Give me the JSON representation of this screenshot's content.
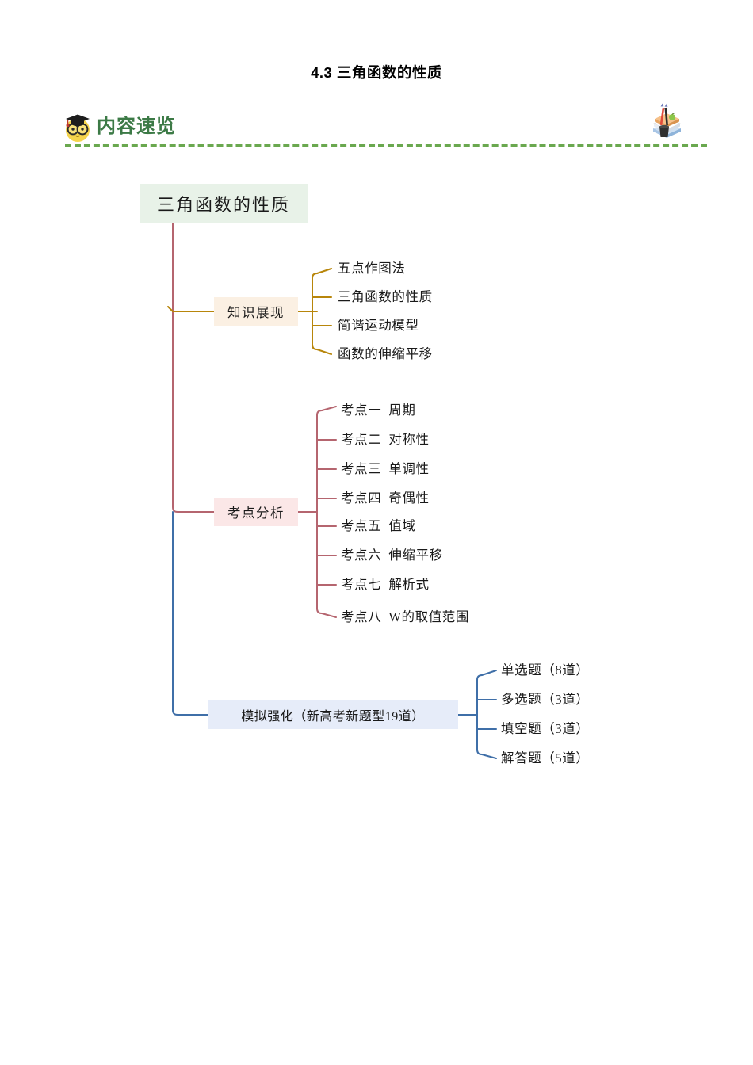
{
  "document": {
    "title": "4.3 三角函数的性质"
  },
  "section_header": {
    "title": "内容速览",
    "owl_icon": "graduation-owl-icon",
    "books_icon": "stack-of-books-icon",
    "rule_color": "#6aa84f",
    "title_color": "#3c7a46"
  },
  "mindmap": {
    "root": {
      "label": "三角函数的性质",
      "bg": "#e8f2e8"
    },
    "branches": [
      {
        "label": "知识展现",
        "bg": "#fbf0e3",
        "line": "#b8860b",
        "children": [
          {
            "label": "五点作图法"
          },
          {
            "label": "三角函数的性质"
          },
          {
            "label": "简谐运动模型"
          },
          {
            "label": "函数的伸缩平移"
          }
        ]
      },
      {
        "label": "考点分析",
        "bg": "#fbe7e7",
        "line": "#b5656f",
        "children": [
          {
            "index": "考点一",
            "label": "周期"
          },
          {
            "index": "考点二",
            "label": "对称性"
          },
          {
            "index": "考点三",
            "label": "单调性"
          },
          {
            "index": "考点四",
            "label": "奇偶性"
          },
          {
            "index": "考点五",
            "label": "值域"
          },
          {
            "index": "考点六",
            "label": "伸缩平移"
          },
          {
            "index": "考点七",
            "label": "解析式"
          },
          {
            "index": "考点八",
            "label": "W的取值范围"
          }
        ]
      },
      {
        "label": "模拟强化（新高考新题型19道）",
        "bg": "#e6ecf9",
        "line": "#3f6fa8",
        "children": [
          {
            "label": "单选题（8道）"
          },
          {
            "label": "多选题（3道）"
          },
          {
            "label": "填空题（3道）"
          },
          {
            "label": "解答题（5道）"
          }
        ]
      }
    ],
    "trunk_color_upper": "#b5656f",
    "trunk_color_lower": "#3f6fa8"
  }
}
